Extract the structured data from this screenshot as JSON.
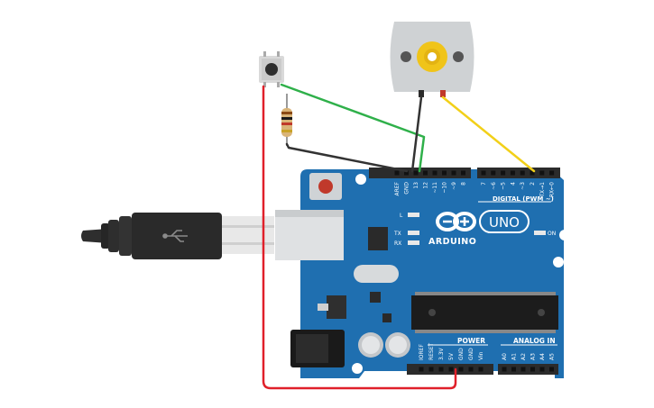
{
  "board": {
    "logo_text": "ARDUINO",
    "model": "UNO",
    "digital_header_label": "DIGITAL (PWM ~)",
    "power_label": "POWER",
    "analog_label": "ANALOG IN",
    "led_l": "L",
    "led_tx": "TX",
    "led_rx": "RX",
    "on_label": "ON",
    "top_pins_left": [
      "AREF",
      "GND",
      "13",
      "12",
      "~11",
      "~10",
      "~9",
      "8"
    ],
    "top_pins_right": [
      "7",
      "~6",
      "~5",
      "4",
      "~3",
      "2",
      "TX→1",
      "RX←0"
    ],
    "power_pins": [
      "IOREF",
      "RESET",
      "3.3V",
      "5V",
      "GND",
      "GND",
      "Vin"
    ],
    "analog_pins": [
      "A0",
      "A1",
      "A2",
      "A3",
      "A4",
      "A5"
    ]
  },
  "components": {
    "pushbutton": "pushbutton",
    "resistor": "resistor",
    "dc_motor": "dc-motor",
    "usb_cable": "usb-cable"
  },
  "colors": {
    "board": "#1f6fb0",
    "board_dark": "#1a5f98",
    "wire_green": "#2fb04a",
    "wire_black": "#333333",
    "wire_red": "#e0202a",
    "wire_yellow": "#f2d019",
    "header": "#2b2b2b"
  }
}
